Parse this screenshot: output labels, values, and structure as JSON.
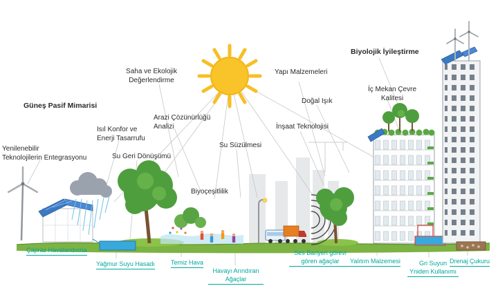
{
  "colors": {
    "label_dark": "#2b2a29",
    "label_teal": "#00a79d",
    "sun_yellow": "#f9c32a",
    "ground_green": "#7cb342",
    "solar_blue": "#3a79c4"
  },
  "labels": {
    "gunes_pasif": "Güneş Pasif Mimarisi",
    "yenilenebilir": "Yenilenebilir\nTeknolojilerin Entegrasyonu",
    "isil_konfor": "Isıl Konfor ve\nEnerji Tasarrufu",
    "su_geri": "Su Geri Dönüşümü",
    "saha_ekolojik": "Saha ve Ekolojik\nDeğerlendirme",
    "arazi": "Arazi Çözünürlüğü\nAnalizi",
    "su_suzulmesi": "Su Süzülmesi",
    "biyocesitlilik": "Biyoçeşitlilik",
    "yapi_malzemeleri": "Yapı Malzemeleri",
    "dogal_isik": "Doğal Işık",
    "insaat_teknolojisi": "İnşaat Teknolojisi",
    "biyolojik_iyilestirme": "Biyolojik İyileştirme",
    "ic_mekan": "İç Mekan Çevre\nKalitesi",
    "capraz_havalandirma": "Çapraz Havalandırma",
    "yagmur_suyu": "Yağmur Suyu Hasadı",
    "temiz_hava": "Temiz Hava",
    "havayi_arindiran": "Havayı Arındıran\nAğaçlar",
    "ses_bariyeri": "Ses Bariyeri görevi\ngören ağaçlar",
    "yalitim": "Yalıtım Malzemesi",
    "gri_suyun": "Gri Suyun\nYniden Kullanımı",
    "drenaj": "Drenaj Çukuru"
  },
  "icons": {
    "sun": "sun-icon",
    "wind_turbine": "wind-turbine-icon",
    "solar_house": "solar-house-icon",
    "rain_cloud": "rain-cloud-icon",
    "water_tank": "water-tank-icon",
    "tree": "tree-icon",
    "people": "people-icon",
    "street_lamp": "street-lamp-icon",
    "bus": "bus-icon",
    "truck": "truck-icon",
    "sound_waves": "sound-waves-icon",
    "green_roof_building": "green-roof-building-icon",
    "high_rise_building": "high-rise-building-icon",
    "greywater_tank": "greywater-tank-icon",
    "drainage_pit": "drainage-pit-icon"
  }
}
